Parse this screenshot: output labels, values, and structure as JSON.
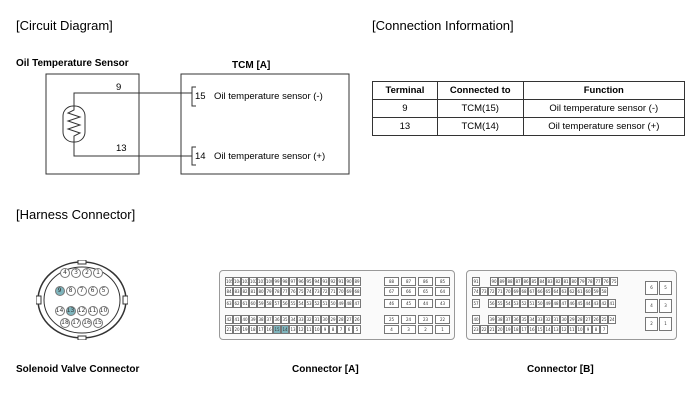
{
  "sections": {
    "circuit": "[Circuit Diagram]",
    "connection": "[Connection Information]",
    "harness": "[Harness Connector]"
  },
  "circuit": {
    "sensor_title": "Oil Temperature Sensor",
    "tcm_title": "TCM [A]",
    "wire_top_label": "9",
    "wire_bottom_label": "13",
    "tcm_pin_top": "15",
    "tcm_pin_top_label": "Oil temperature sensor (-)",
    "tcm_pin_bottom": "14",
    "tcm_pin_bottom_label": "Oil temperature sensor (+)"
  },
  "table": {
    "headers": [
      "Terminal",
      "Connected to",
      "Function"
    ],
    "rows": [
      [
        "9",
        "TCM(15)",
        "Oil temperature sensor (-)"
      ],
      [
        "13",
        "TCM(14)",
        "Oil temperature sensor (+)"
      ]
    ]
  },
  "harness": {
    "solenoid_caption": "Solenoid Valve Connector",
    "connector_a_caption": "Connector [A]",
    "connector_b_caption": "Connector [B]",
    "solenoid_rows": [
      [
        "4",
        "3",
        "2",
        "1"
      ],
      [
        "9",
        "8",
        "7",
        "6",
        "5"
      ],
      [
        "14",
        "13",
        "12",
        "11",
        "10"
      ],
      [
        "18",
        "17",
        "16",
        "15"
      ]
    ],
    "solenoid_highlight": [
      "9",
      "13"
    ],
    "conn_a_rows": [
      [
        "105",
        "104",
        "103",
        "102",
        "101",
        "100",
        "99",
        "98",
        "97",
        "96",
        "95",
        "94",
        "93",
        "92",
        "91",
        "90",
        "89"
      ],
      [
        "84",
        "83",
        "82",
        "81",
        "80",
        "79",
        "78",
        "77",
        "76",
        "75",
        "74",
        "73",
        "72",
        "71",
        "70",
        "69",
        "68"
      ],
      [
        "63",
        "62",
        "61",
        "60",
        "59",
        "58",
        "57",
        "56",
        "55",
        "54",
        "53",
        "52",
        "51",
        "50",
        "49",
        "48",
        "47"
      ],
      [
        "42",
        "41",
        "40",
        "39",
        "38",
        "37",
        "36",
        "35",
        "34",
        "33",
        "32",
        "31",
        "30",
        "29",
        "28",
        "27",
        "26"
      ],
      [
        "21",
        "20",
        "19",
        "18",
        "17",
        "16",
        "15",
        "14",
        "13",
        "12",
        "11",
        "10",
        "9",
        "8",
        "7",
        "6",
        "5"
      ]
    ],
    "conn_a_side": [
      [
        "88",
        "87",
        "86",
        "85"
      ],
      [
        "67",
        "66",
        "65",
        "64"
      ],
      [
        "46",
        "45",
        "44",
        "43"
      ],
      [
        "25",
        "24",
        "23",
        "22"
      ],
      [
        "4",
        "3",
        "2",
        "1"
      ]
    ],
    "conn_a_highlight": [
      "15",
      "14"
    ],
    "conn_b_rows": [
      [
        "91",
        "",
        "",
        "",
        "",
        "",
        "",
        "",
        "",
        "",
        "",
        "",
        "",
        "",
        "",
        "",
        "",
        ""
      ],
      [
        "74",
        "73",
        "72",
        "71",
        "70",
        "69",
        "68",
        "67",
        "66",
        "65",
        "64",
        "63",
        "62",
        "61",
        "60",
        "59",
        "58"
      ],
      [
        "57",
        "",
        "56",
        "55",
        "54",
        "53",
        "52",
        "51",
        "50",
        "49",
        "48",
        "47",
        "46",
        "45",
        "44",
        "43",
        "42",
        "41"
      ],
      [
        "40",
        "",
        "39",
        "38",
        "37",
        "36",
        "35",
        "34",
        "33",
        "32",
        "31",
        "30",
        "29",
        "28",
        "27",
        "26",
        "25",
        "24"
      ],
      [
        "23",
        "22",
        "21",
        "20",
        "19",
        "18",
        "17",
        "16",
        "15",
        "14",
        "13",
        "12",
        "11",
        "10",
        "9",
        "8",
        "7"
      ]
    ],
    "conn_b_top_right": [
      "90",
      "89",
      "88",
      "87",
      "86",
      "85",
      "84",
      "83",
      "82",
      "81",
      "80",
      "79",
      "78",
      "77",
      "76",
      "75"
    ],
    "conn_b_side": [
      [
        "6",
        "5"
      ],
      [
        "4",
        "3"
      ],
      [
        "2",
        "1"
      ]
    ]
  },
  "colors": {
    "line": "#333333",
    "highlight": "#7fb5bd"
  }
}
